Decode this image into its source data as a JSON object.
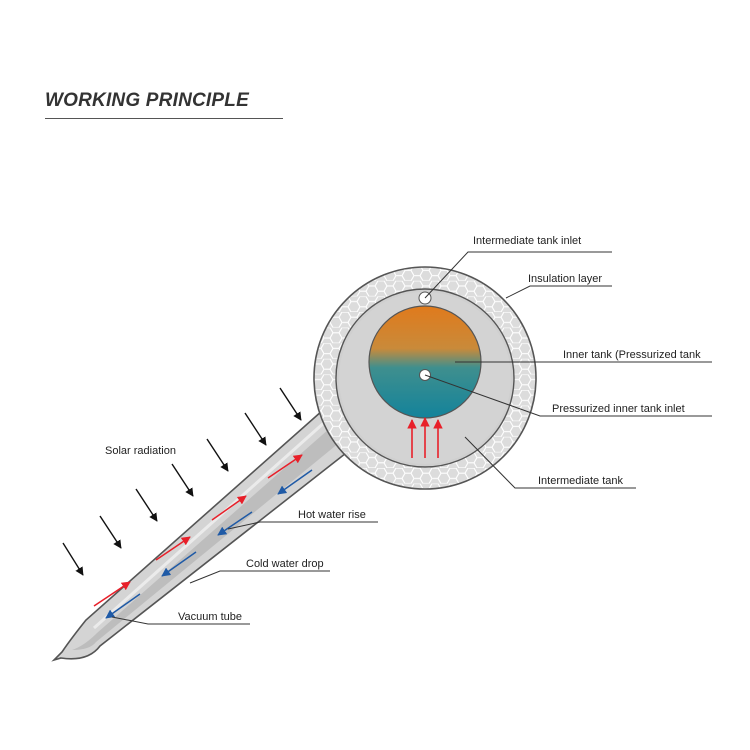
{
  "heading": "WORKING PRINCIPLE",
  "labels": {
    "intermediate_tank_inlet": "Intermediate tank inlet",
    "insulation_layer": "Insulation layer",
    "inner_tank": "Inner tank (Pressurized tank",
    "pressurized_inner_tank_inlet": "Pressurized inner tank inlet",
    "intermediate_tank": "Intermediate tank",
    "solar_radiation": "Solar radiation",
    "hot_water_rise": "Hot water rise",
    "cold_water_drop": "Cold water drop",
    "vacuum_tube": "Vacuum tube"
  },
  "colors": {
    "hot_flow": "#e8202a",
    "cold_flow": "#1f5aa6",
    "inner_tank_top": "#e07a1c",
    "inner_tank_bottom": "#13839b",
    "insulation": "#d9d9d9",
    "tube_outline": "#555555"
  }
}
